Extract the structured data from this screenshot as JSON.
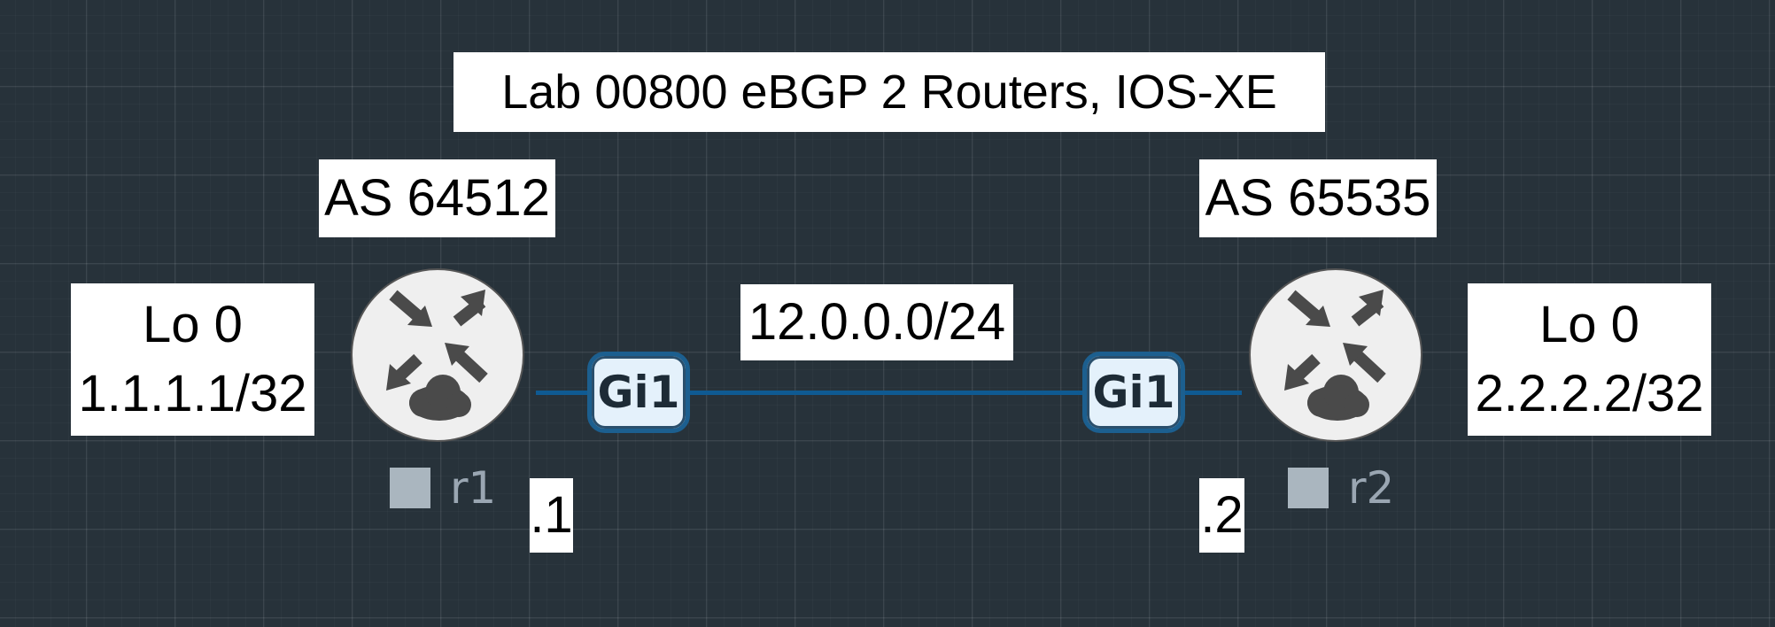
{
  "title": "Lab 00800 eBGP 2 Routers, IOS-XE",
  "link": {
    "subnet": "12.0.0.0/24",
    "r1_interface": "Gi1",
    "r2_interface": "Gi1",
    "r1_host": ".1",
    "r2_host": ".2",
    "color": "#0f5a92"
  },
  "r1": {
    "node_name": "r1",
    "as_label": "AS 64512",
    "loopback": {
      "name": "Lo 0",
      "address": "1.1.1.1/32"
    },
    "icon": "router-icon"
  },
  "r2": {
    "node_name": "r2",
    "as_label": "AS 65535",
    "loopback": {
      "name": "Lo 0",
      "address": "2.2.2.2/32"
    },
    "icon": "router-icon"
  },
  "colors": {
    "canvas": "#27323a",
    "interface_fill": "#e4f1fb",
    "interface_border": "#1c5f8f",
    "router_icon": "#4a4a4a"
  }
}
